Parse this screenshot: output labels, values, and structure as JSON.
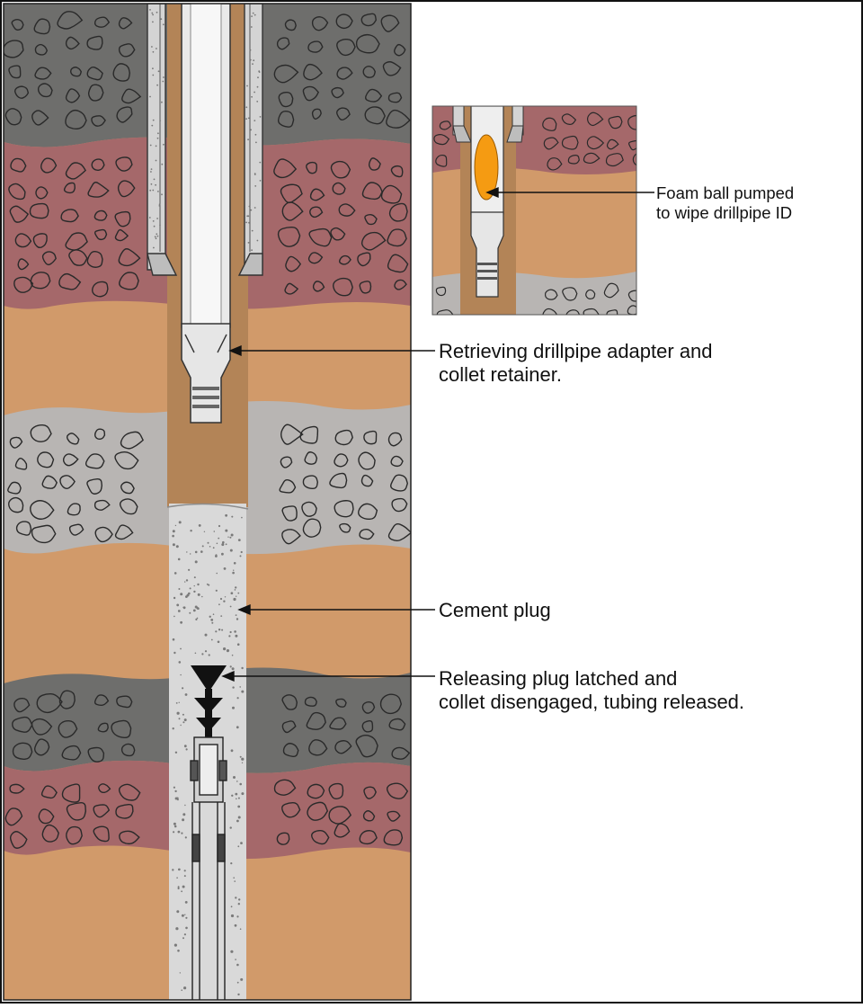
{
  "annotations": {
    "foam_ball": {
      "line1": "Foam ball pumped",
      "line2": "to wipe drillpipe ID"
    },
    "adapter": {
      "line1": "Retrieving drillpipe adapter and",
      "line2": "collet retainer."
    },
    "cement": {
      "line1": "Cement plug"
    },
    "releasing": {
      "line1": "Releasing plug latched and",
      "line2": "collet disengaged, tubing released."
    }
  },
  "colors": {
    "dark_rock": "#6e6e6c",
    "red_rock": "#a5686a",
    "sand": "#d19a6a",
    "light_rock": "#b8b5b3",
    "mud": "#b38457",
    "cement": "#d9d9d9",
    "pipe": "#ececec",
    "foam_ball": "#f59b12"
  }
}
